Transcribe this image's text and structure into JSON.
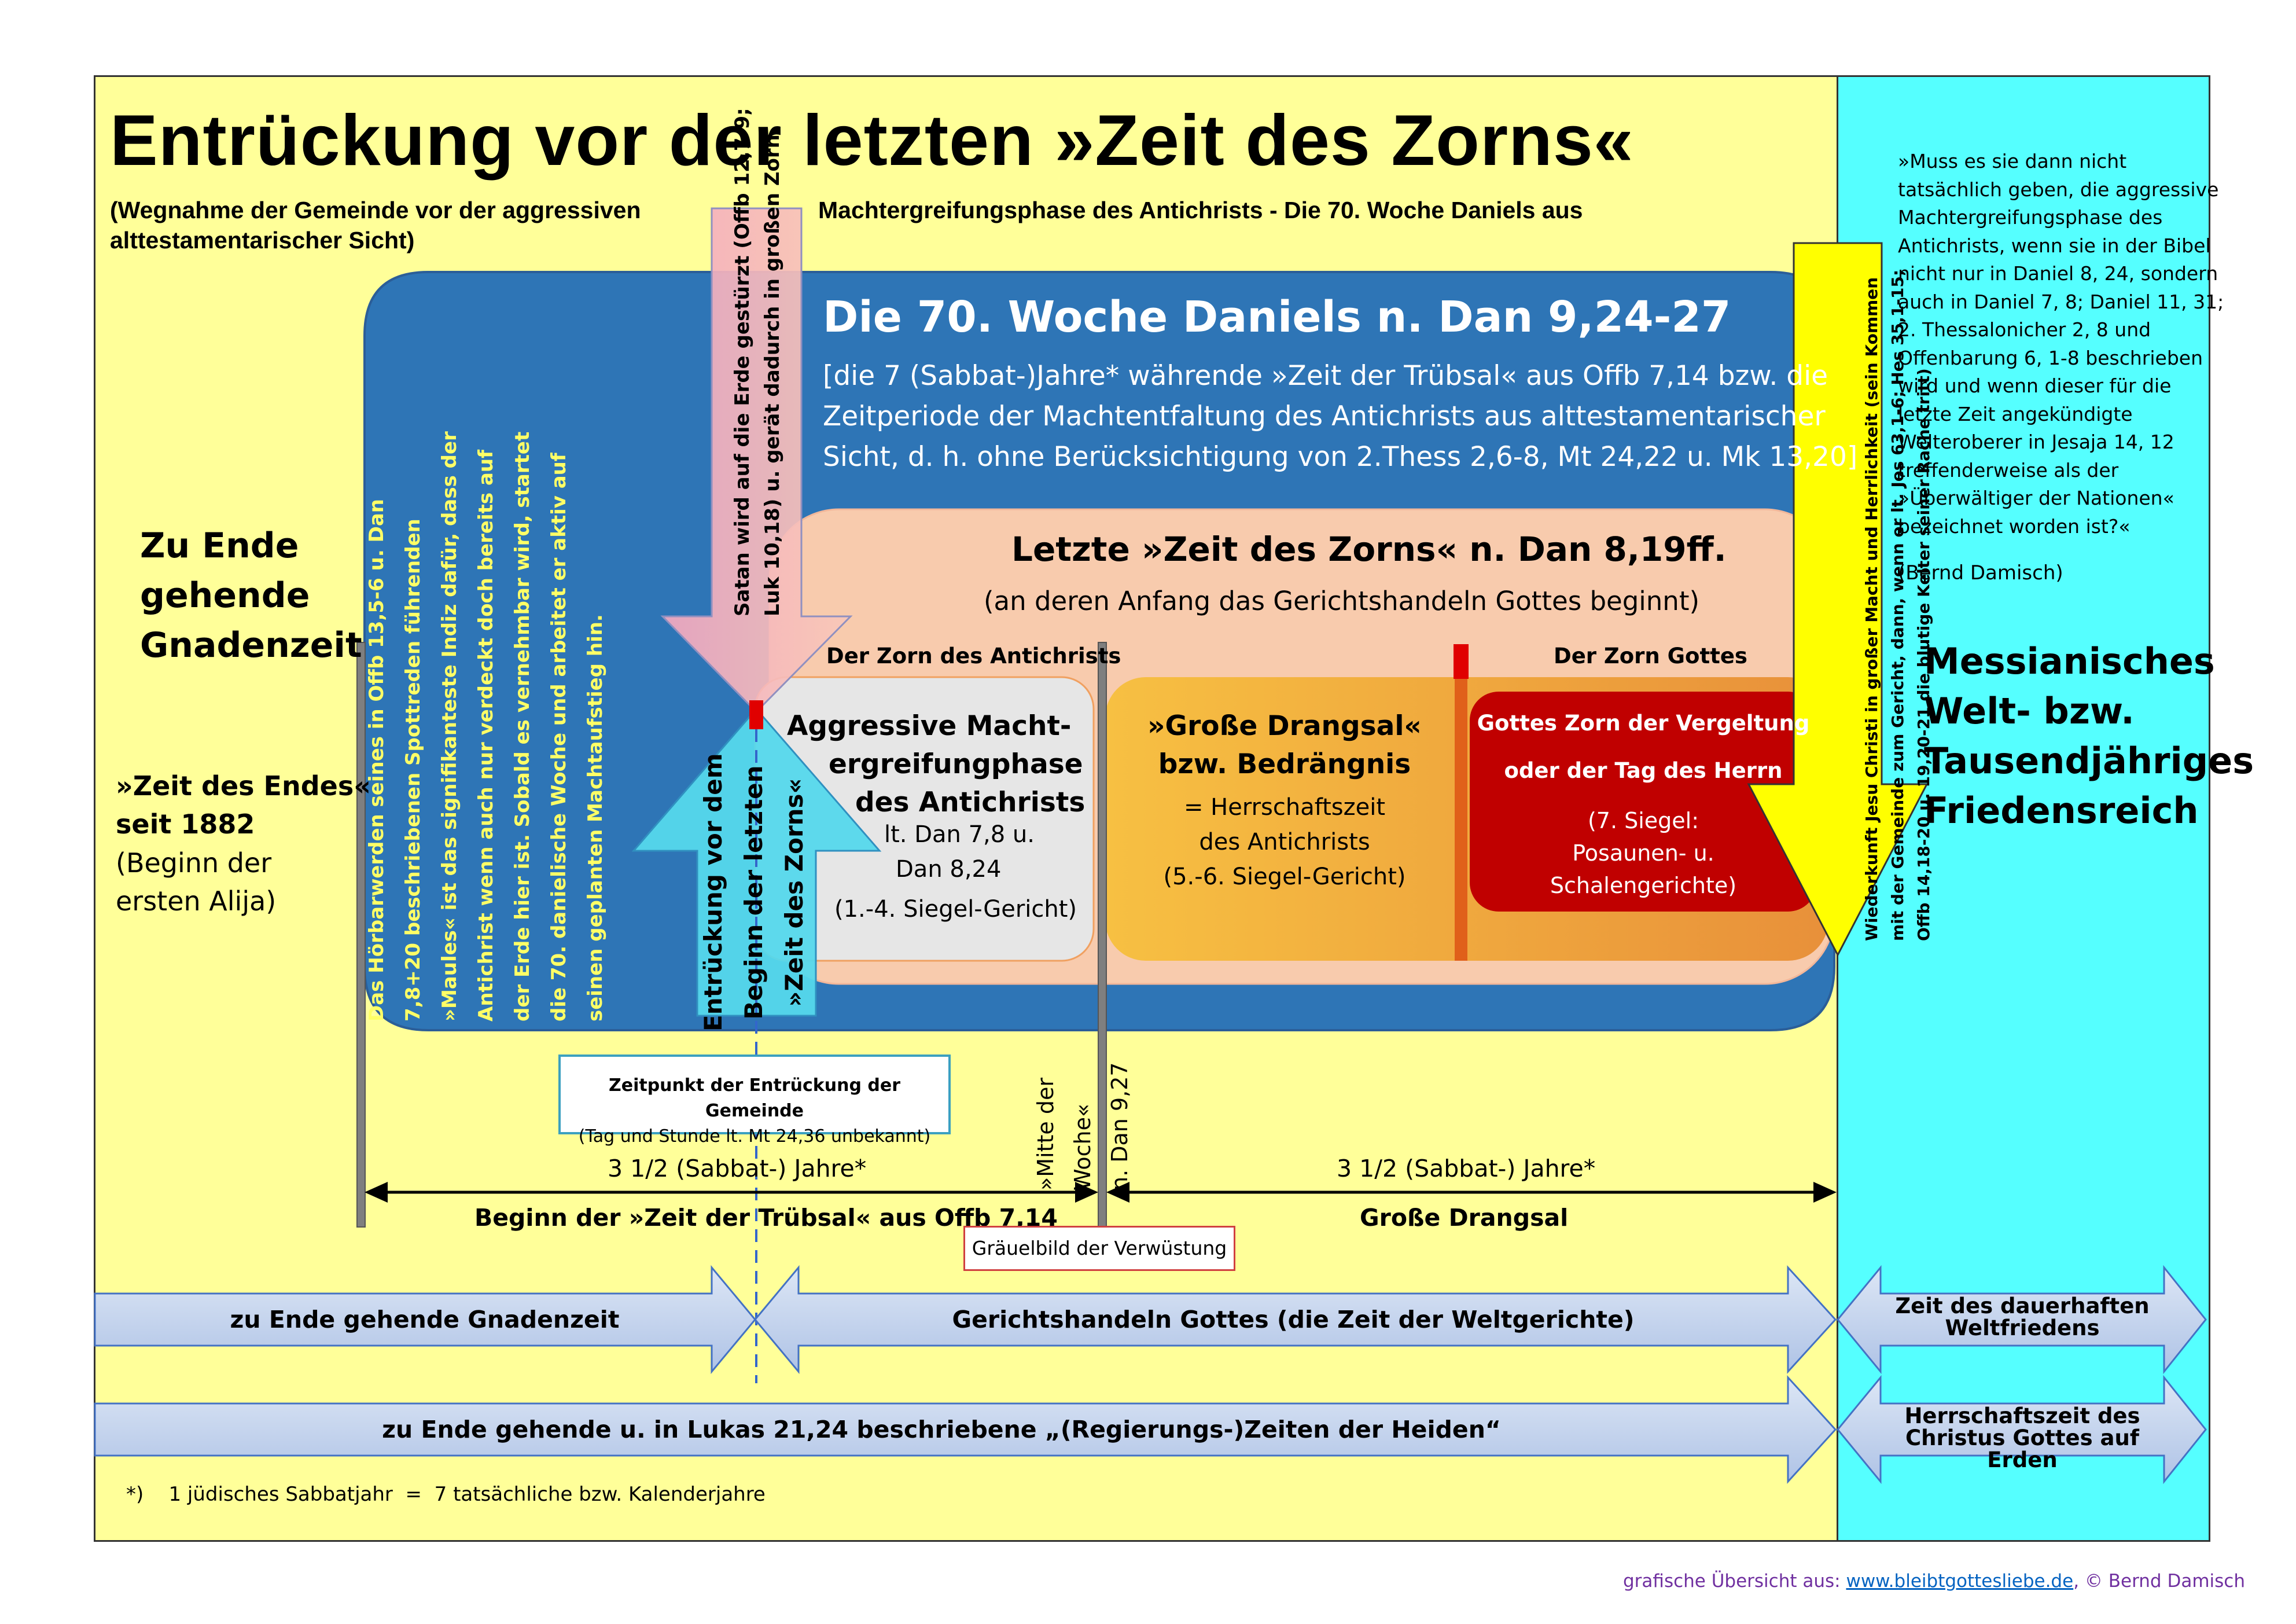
{
  "title": "Entrückung vor der letzten »Zeit des Zorns«",
  "subtitle": {
    "line1_left": "(Wegnahme der Gemeinde vor der aggressiven",
    "line1_right": "Machtergreifungsphase des Antichrists - Die 70. Woche Daniels aus",
    "line2": "alttestamentarischer Sicht)"
  },
  "left_panel": {
    "gnadenzeit": [
      "Zu Ende",
      "gehende",
      "Gnadenzeit"
    ],
    "zeit_des_endes": [
      "»Zeit des Endes«",
      "seit 1882"
    ],
    "beginn": [
      "(Beginn der",
      "ersten Alija)"
    ]
  },
  "blue_box": {
    "title": "Die 70. Woche Daniels n. Dan 9,24-27",
    "text": [
      "[die 7 (Sabbat-)Jahre* währende »Zeit der Trübsal« aus Offb 7,14 bzw. die",
      "Zeitperiode der Machtentfaltung des Antichrists aus alttestamentarischer",
      "Sicht, d. h. ohne Berücksichtigung von 2.Thess 2,6-8, Mt 24,22 u. Mk 13,20]"
    ],
    "vertical_note": [
      "Das Hörbarwerden seines in Offb 13,5-6 u. Dan",
      "7,8+20 beschriebenen Spottreden führenden",
      "»Maules« ist das signifikanteste Indiz dafür, dass der",
      "Antichrist wenn auch nur verdeckt doch bereits auf",
      "der Erde hier ist. Sobald es vernehmbar wird, startet",
      "die 70. danielische Woche und arbeitet er aktiv auf",
      "seinen geplanten Machtaufstieg hin."
    ]
  },
  "zorn_box": {
    "title": "Letzte »Zeit des Zorns« n. Dan 8,19ff.",
    "subtitle": "(an deren Anfang das Gerichtshandeln Gottes beginnt)",
    "label_antichrist": "Der Zorn des Antichrists",
    "label_gottes": "Der Zorn Gottes"
  },
  "gray_box": {
    "title": [
      "Aggressive Macht-",
      "ergreifungphase",
      "des Antichrists"
    ],
    "ref": [
      "lt. Dan 7,8 u.",
      "Dan 8,24"
    ],
    "siegel": "(1.-4. Siegel-Gericht)"
  },
  "orange_box": {
    "title": [
      "»Große Drangsal«",
      "bzw. Bedrängnis"
    ],
    "text": [
      "= Herrschaftszeit",
      "des Antichrists",
      "(5.-6. Siegel-Gericht)"
    ]
  },
  "red_box": {
    "title1": "Gottes Zorn der Vergeltung",
    "title2": "oder der Tag des Herrn",
    "text": [
      "(7. Siegel:",
      "Posaunen- u.",
      "Schalengerichte)"
    ]
  },
  "satan_arrow": [
    "Satan wird auf die Erde gestürzt (Offb 12,7-9;",
    "Luk 10,18) u. gerät dadurch in großen Zorn"
  ],
  "rapture_arrow": [
    "Entrückung vor dem",
    "Beginn der letzten",
    "»Zeit des Zorns«"
  ],
  "return_arrow": [
    "Wiederkunft Jesu Christi in großer Macht und Herrlichkeit (sein Kommen",
    "mit der Gemeinde zum Gericht, dann, wenn er lt. Jes 63,1-6; Hes 35,1-15;",
    "Offb 14,18-20 u. 19,20-21 die blutige Kelter seiner Rache tritt)"
  ],
  "cyan_panel": {
    "quote": [
      "»Muss es sie dann nicht",
      "tatsächlich geben, die aggressive",
      "Machtergreifungsphase des",
      "Antichrists, wenn sie in der Bibel",
      "nicht nur in Daniel 8, 24, sondern",
      "auch in Daniel 7, 8; Daniel 11, 31;",
      "2. Thessalonicher 2, 8 und",
      "Offenbarung 6, 1-8 beschrieben",
      "wird und wenn dieser für die",
      "letzte Zeit angekündigte",
      "Welteroberer in Jesaja 14, 12",
      "treffenderweise als der",
      "»Überwältiger der Nationen«",
      "bezeichnet worden ist?«"
    ],
    "author": "(Bernd Damisch)",
    "kingdom": [
      "Messianisches",
      "Welt- bzw.",
      "Tausendjähriges",
      "Friedensreich"
    ]
  },
  "timeline": {
    "rapture_box": [
      "Zeitpunkt der Entrückung der Gemeinde",
      "(Tag und Stunde lt. Mt 24,36 unbekannt)"
    ],
    "mitte": [
      "»Mitte der",
      "Woche«",
      "n. Dan 9,27"
    ],
    "left_years": "3 1/2 (Sabbat-) Jahre*",
    "right_years": "3 1/2 (Sabbat-) Jahre*",
    "left_label": "Beginn der »Zeit der Trübsal« aus Offb 7,14",
    "right_label": "Große Drangsal",
    "graeuel": "Gräuelbild der Verwüstung"
  },
  "bands": {
    "gnadenzeit": "zu Ende gehende Gnadenzeit",
    "gericht": "Gerichtshandeln Gottes (die Zeit der Weltgerichte)",
    "heiden": "zu Ende gehende u. in Lukas 21,24 beschriebene „(Regierungs-)Zeiten der Heiden“",
    "friede": [
      "Zeit des dauerhaften",
      "Weltfriedens"
    ],
    "herrschaft": [
      "Herrschaftszeit des",
      "Christus Gottes auf Erden"
    ]
  },
  "footnote": "*)    1 jüdisches Sabbatjahr  =  7 tatsächliche bzw. Kalenderjahre",
  "credit": {
    "prefix": "grafische Übersicht aus: ",
    "link": "www.bleibtgottesliebe.de",
    "suffix": ", © Bernd Damisch"
  },
  "colors": {
    "yellow_bg": "#FFFF99",
    "cyan_bg": "#55FFFF",
    "blue_box": "#2E75B6",
    "peach_box": "#F8CBAD",
    "gray_box": "#E6E6E6",
    "orange": "#F0A030",
    "red": "#C00000",
    "band": "#C5D5EE"
  }
}
